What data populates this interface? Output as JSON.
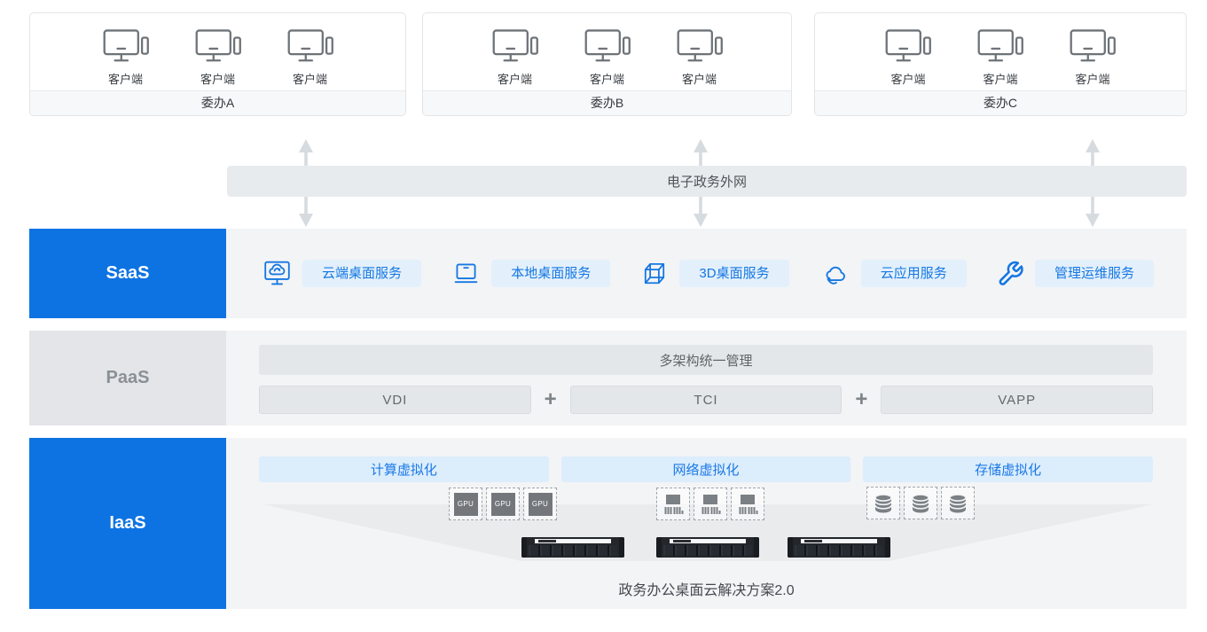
{
  "title": "政务办公桌面云解决方案2.0",
  "colors": {
    "accent_blue": "#0E73E2",
    "blue_text": "#1577E2",
    "pill_bg": "#E3F0FC",
    "iaas_bar_bg": "#DCEDFC",
    "gray_bar_bg": "#E4E7EA",
    "row_bg": "#F3F4F6",
    "network_bar_bg": "#E8EBEE",
    "arrow_gray": "#D6DBE0"
  },
  "client_groups": [
    {
      "label": "委办A",
      "clients": [
        "客户端",
        "客户端",
        "客户端"
      ]
    },
    {
      "label": "委办B",
      "clients": [
        "客户端",
        "客户端",
        "客户端"
      ]
    },
    {
      "label": "委办C",
      "clients": [
        "客户端",
        "客户端",
        "客户端"
      ]
    }
  ],
  "network_bar": {
    "label": "电子政务外网"
  },
  "saas": {
    "label": "SaaS",
    "services": [
      {
        "icon": "cloud-desktop-icon",
        "label": "云端桌面服务"
      },
      {
        "icon": "laptop-icon",
        "label": "本地桌面服务"
      },
      {
        "icon": "cube-3d-icon",
        "label": "3D桌面服务"
      },
      {
        "icon": "cloud-app-icon",
        "label": "云应用服务"
      },
      {
        "icon": "wrench-icon",
        "label": "管理运维服务"
      }
    ]
  },
  "paas": {
    "label": "PaaS",
    "management_bar": "多架构统一管理",
    "components": [
      "VDI",
      "TCI",
      "VAPP"
    ],
    "separator": "+"
  },
  "iaas": {
    "label": "IaaS",
    "virtualizations": [
      "计算虚拟化",
      "网络虚拟化",
      "存储虚拟化"
    ],
    "gpu_label": "GPU",
    "caption": "政务办公桌面云解决方案2.0"
  }
}
